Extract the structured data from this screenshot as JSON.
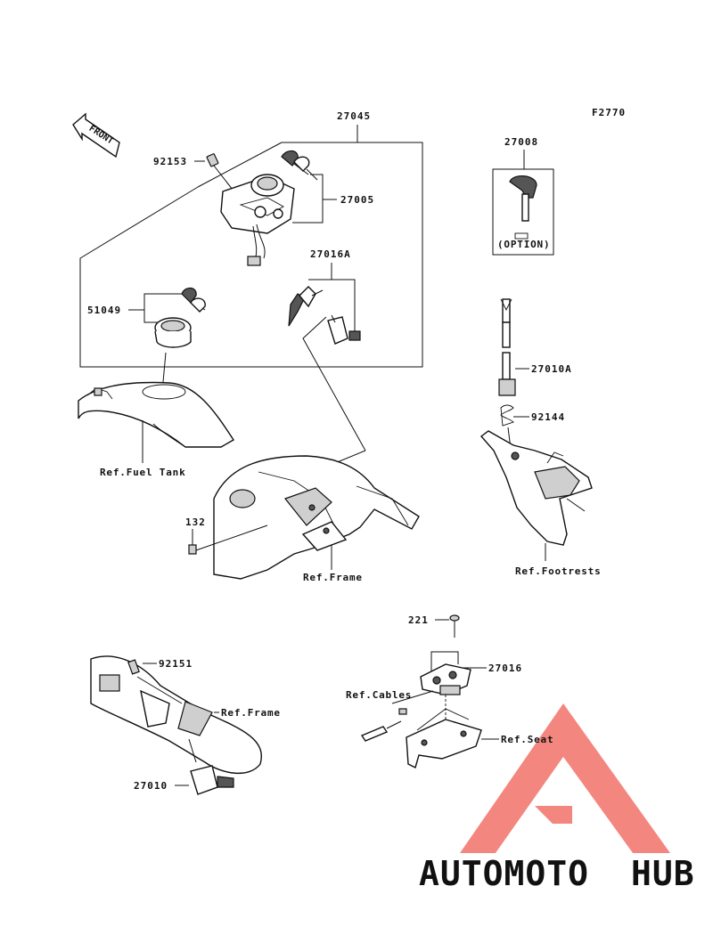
{
  "figure_code": "F2770",
  "front_arrow": {
    "text": "FRONT",
    "icon": "front-arrow-icon"
  },
  "parts": {
    "p27045": "27045",
    "p92153": "92153",
    "p27005": "27005",
    "p27008": "27008",
    "option": "(OPTION)",
    "p27016A": "27016A",
    "p51049": "51049",
    "p27010A": "27010A",
    "p92144": "92144",
    "p132": "132",
    "p221": "221",
    "p92151": "92151",
    "p27016": "27016",
    "p27010": "27010"
  },
  "refs": {
    "fuel_tank": "Ref.Fuel Tank",
    "frame_center": "Ref.Frame",
    "footrests": "Ref.Footrests",
    "frame_lower": "Ref.Frame",
    "cables": "Ref.Cables",
    "seat": "Ref.Seat"
  },
  "watermark": {
    "word_a": "AUTOMOTO",
    "word_b": "HUB",
    "color_a": "#f2a15a",
    "color_b": "#5a5a5a",
    "logo_color": "#ef5a4e"
  }
}
